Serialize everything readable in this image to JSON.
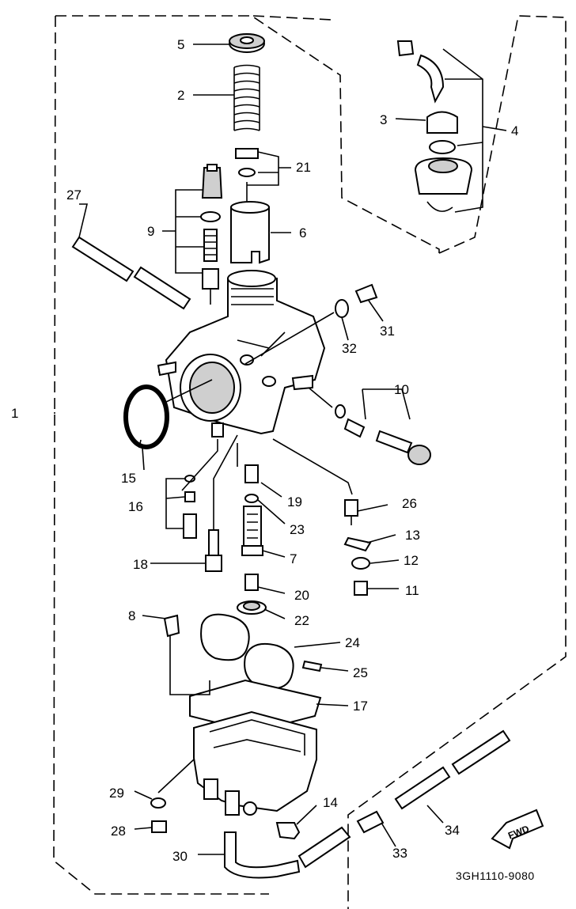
{
  "diagram": {
    "drawing_code": "3GH1110-9080",
    "fwd_label": "FWD",
    "callouts": {
      "c1": "1",
      "c2": "2",
      "c3": "3",
      "c4": "4",
      "c5": "5",
      "c6": "6",
      "c7": "7",
      "c8": "8",
      "c9": "9",
      "c10": "10",
      "c11": "11",
      "c12": "12",
      "c13": "13",
      "c14": "14",
      "c15": "15",
      "c16": "16",
      "c17": "17",
      "c18": "18",
      "c19": "19",
      "c20": "20",
      "c21": "21",
      "c22": "22",
      "c23": "23",
      "c24": "24",
      "c25": "25",
      "c26": "26",
      "c27": "27",
      "c28": "28",
      "c29": "29",
      "c30": "30",
      "c31": "31",
      "c32": "32",
      "c33": "33",
      "c34": "34"
    }
  }
}
